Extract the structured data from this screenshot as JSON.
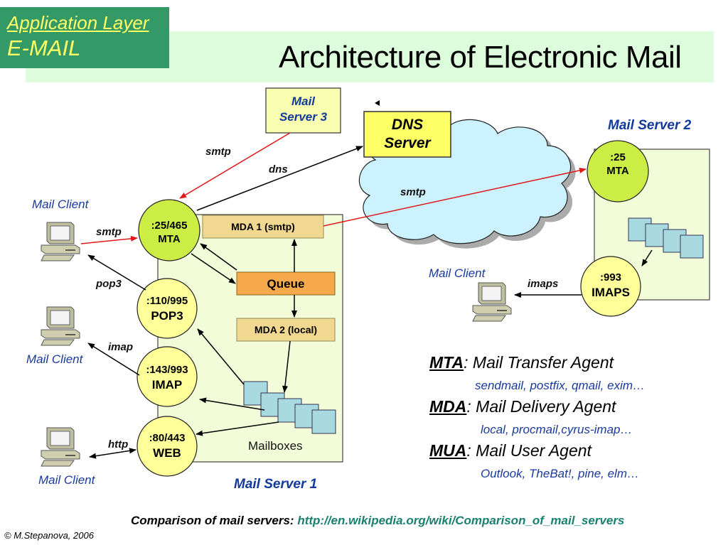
{
  "topic": {
    "line1": "Application Layer",
    "line2": "E-MAIL"
  },
  "page_title": "Architecture of Electronic Mail",
  "mail_server_3": {
    "line1": "Mail",
    "line2": "Server 3"
  },
  "dns_server": {
    "line1": "DNS",
    "line2": "Server"
  },
  "mail_server_1": {
    "name": "Mail Server 1",
    "mta": {
      "port": ":25/465",
      "label": "MTA"
    },
    "pop3": {
      "port": ":110/995",
      "label": "POP3"
    },
    "imap": {
      "port": ":143/993",
      "label": "IMAP"
    },
    "web": {
      "port": ":80/443",
      "label": "WEB"
    },
    "mda1": "MDA 1 (smtp)",
    "queue": "Queue",
    "mda2": "MDA 2 (local)",
    "mailboxes": "Mailboxes"
  },
  "mail_server_2": {
    "name": "Mail Server 2",
    "mta": {
      "port": ":25",
      "label": "MTA"
    },
    "imaps": {
      "port": ":993",
      "label": "IMAPS"
    }
  },
  "clients": {
    "c1": "Mail Client",
    "c2": "Mail Client",
    "c3": "Mail Client",
    "c4": "Mail Client"
  },
  "protocols": {
    "smtp_ms3": "smtp",
    "dns": "dns",
    "smtp_cloud": "smtp",
    "smtp_client": "smtp",
    "pop3": "pop3",
    "imap": "imap",
    "http": "http",
    "imaps": "imaps"
  },
  "legend": [
    {
      "abbr": "MTA",
      "full": ": Mail Transfer Agent",
      "examples": "sendmail, postfix, qmail, exim…"
    },
    {
      "abbr": "MDA",
      "full": ": Mail Delivery Agent",
      "examples": "local, procmail,cyrus-imap…"
    },
    {
      "abbr": "MUA",
      "full": ": Mail User Agent",
      "examples": "Outlook, TheBat!, pine, elm…"
    }
  ],
  "footer": {
    "comparison_label": "Comparison of mail servers: ",
    "comparison_link": "http://en.wikipedia.org/wiki/Comparison_of_mail_servers",
    "copyright": "© M.Stepanova, 2006"
  },
  "colors": {
    "topic_bg": "#339966",
    "topic_text": "#ffff66",
    "title_band": "#ddfcdc",
    "mta_green": "#ccee44",
    "service_yellow": "#ffff99",
    "server_panel": "#f2fcd8",
    "mda_box": "#f0d890",
    "queue_box": "#f5a94a",
    "mailbox": "#a8d8e0",
    "cloud": "#ccf2ff",
    "dns_box": "#ffff66",
    "smtp_arrow": "#e01818",
    "label_blue": "#1a3a9c",
    "link_teal": "#1a8070"
  }
}
